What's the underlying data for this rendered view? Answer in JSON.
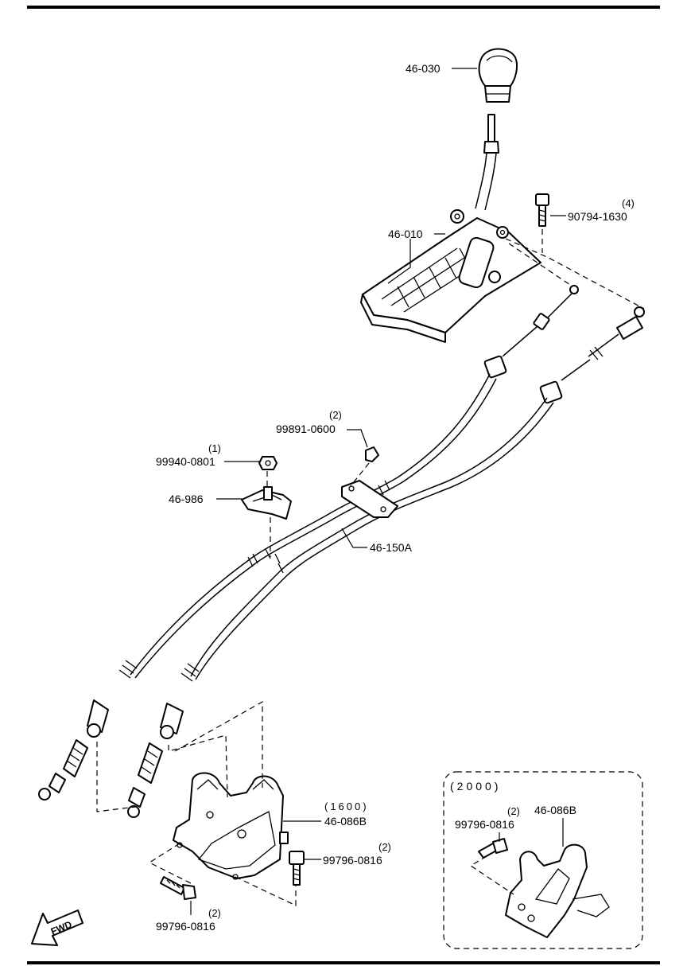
{
  "parts": {
    "knob": {
      "label": "46-030"
    },
    "shift_lever": {
      "label": "46-010"
    },
    "lever_bolt": {
      "label": "90794-1630",
      "qty": "(4)"
    },
    "nut": {
      "label": "99891-0600",
      "qty": "(2)"
    },
    "clip_nut": {
      "label": "99940-0801",
      "qty": "(1)"
    },
    "clip": {
      "label": "46-986"
    },
    "cable": {
      "label": "46-150A"
    },
    "bracket_1600": {
      "label": "46-086B",
      "note": "(1600)"
    },
    "bracket_bolt_right": {
      "label": "99796-0816",
      "qty": "(2)"
    },
    "bracket_bolt_left": {
      "label": "99796-0816",
      "qty": "(2)"
    }
  },
  "inset": {
    "title": "(2000)",
    "bracket": {
      "label": "46-086B"
    },
    "bolt": {
      "label": "99796-0816",
      "qty": "(2)"
    }
  },
  "fwd": {
    "label": "FWD"
  }
}
